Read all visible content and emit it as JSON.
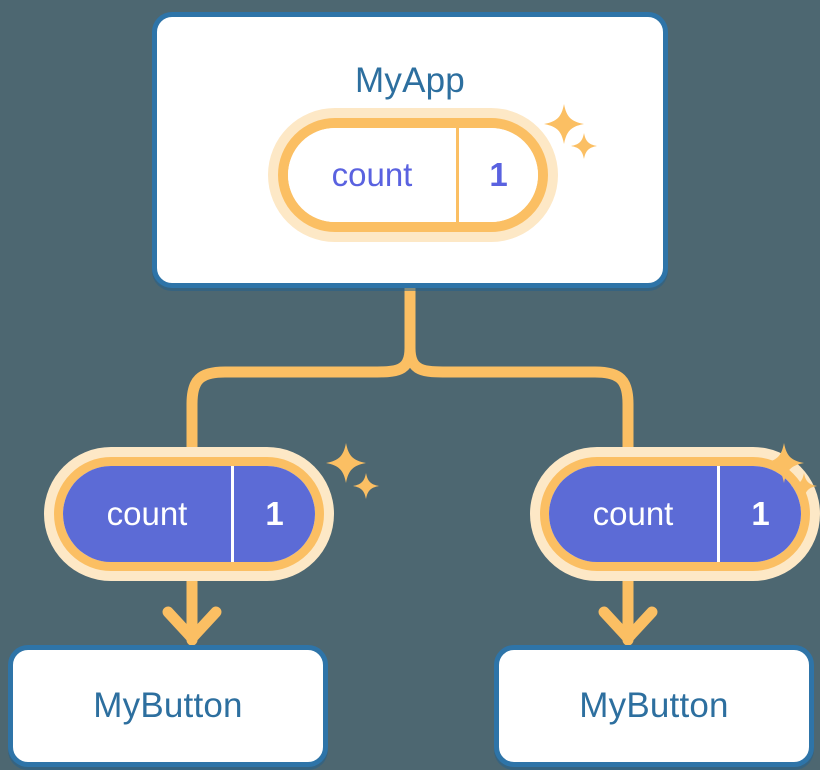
{
  "background_color": "#4d6771",
  "palette": {
    "card_border_blue": "#2e74a8",
    "title_blue": "#2d6f9f",
    "pill_ring_orange": "#fbbf63",
    "pill_halo_orange": "#fde8c6",
    "state_purple": "#5c6bd6",
    "text_purple": "#5a62e0",
    "card_fill": "#ffffff",
    "connector_orange": "#fbbf63"
  },
  "diagram": {
    "type": "component-state-tree",
    "root": {
      "name": "root-card",
      "title": "MyApp",
      "state": {
        "key": "count",
        "value": "1",
        "style": "outlined",
        "sparkle": true
      }
    },
    "children": [
      {
        "name": "child-left",
        "state": {
          "key": "count",
          "value": "1",
          "style": "filled",
          "sparkle": true
        },
        "component": {
          "title": "MyButton"
        }
      },
      {
        "name": "child-right",
        "state": {
          "key": "count",
          "value": "1",
          "style": "filled",
          "sparkle": true
        },
        "component": {
          "title": "MyButton"
        }
      }
    ],
    "connectors": {
      "fork": "root splits to two children",
      "arrow": "state pill points down into component card"
    }
  },
  "icons": {
    "sparkle": "sparkle-icon",
    "arrow_down": "arrow-down-icon"
  }
}
